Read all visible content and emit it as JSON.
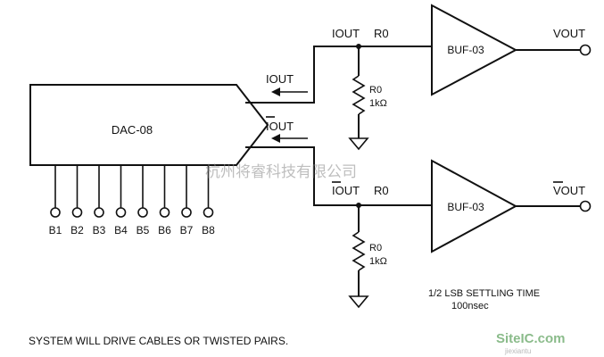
{
  "dac": {
    "name": "DAC-08",
    "bits": [
      "B1",
      "B2",
      "B3",
      "B4",
      "B5",
      "B6",
      "B7",
      "B8"
    ]
  },
  "iout_arrow": "IOUT",
  "iout_bar_arrow": "IOUT",
  "top_channel": {
    "node_label_i": "IOUT",
    "node_label_r": "R0",
    "buffer": "BUF-03",
    "output": "VOUT",
    "resistor_name": "R0",
    "resistor_value": "1kΩ"
  },
  "bottom_channel": {
    "node_label_i": "IOUT",
    "node_label_r": "R0",
    "buffer": "BUF-03",
    "output": "VOUT",
    "resistor_name": "R0",
    "resistor_value": "1kΩ"
  },
  "notes": {
    "settling_line1": "1/2 LSB SETTLING TIME",
    "settling_line2": "100nsec",
    "footer": "SYSTEM WILL DRIVE CABLES OR TWISTED PAIRS."
  },
  "watermark": {
    "company": "杭州将睿科技有限公司",
    "logo": "SiteIC.com",
    "logo_sub": "jiexiantu"
  }
}
